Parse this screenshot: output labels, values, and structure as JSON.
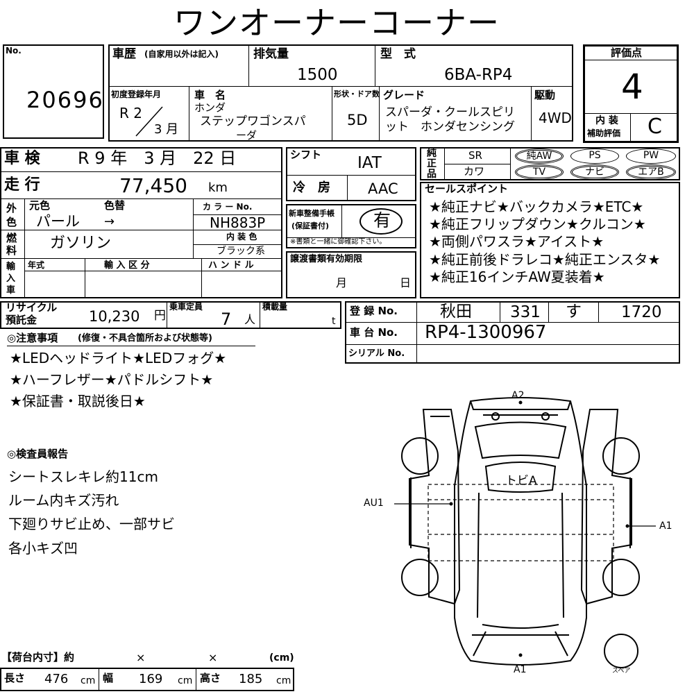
{
  "title": "ワンオーナーコーナー",
  "no": {
    "label": "No.",
    "value": "20696"
  },
  "history": {
    "label": "車歴",
    "note": "(自家用以外は記入)"
  },
  "displacement": {
    "label": "排気量",
    "value": "1500"
  },
  "model": {
    "label": "型　式",
    "value": "6BA-RP4"
  },
  "score": {
    "label": "評価点",
    "value": "4"
  },
  "interior": {
    "label1": "内 装",
    "label2": "補助評価",
    "value": "C"
  },
  "first_reg": {
    "label": "初度登録年月",
    "era": "R 2",
    "month": "3 月"
  },
  "car_name": {
    "label": "車　名",
    "maker": "ホンダ",
    "line1": "ステップワゴンスパ",
    "line2": "ーダ"
  },
  "doors": {
    "label": "形状・ドア数",
    "value": "5D"
  },
  "grade": {
    "label": "グレード",
    "line1": "スパーダ・クールスピリ",
    "line2": "ット　ホンダセンシング"
  },
  "drive": {
    "label": "駆動",
    "value": "4WD"
  },
  "inspection": {
    "label": "車 検",
    "value": "R 9 年　3 月　22 日"
  },
  "mileage": {
    "label": "走 行",
    "value": "77,450",
    "unit": "km"
  },
  "shift": {
    "label": "シフト",
    "value": "IAT"
  },
  "aircon": {
    "label": "冷　房",
    "value": "AAC"
  },
  "equipment": {
    "label": "純正品",
    "row1_label": "SR",
    "row2_label": "カワ",
    "row1": [
      "純AW",
      "PS",
      "PW"
    ],
    "row2": [
      "TV",
      "ナビ",
      "エアB"
    ]
  },
  "color": {
    "side_label": "外色",
    "orig_label": "元色",
    "change_label": "色替",
    "orig": "パール",
    "arrow": "→",
    "code_label": "カ ラ ー No.",
    "code": "NH883P"
  },
  "fuel": {
    "label": "燃料",
    "value": "ガソリン",
    "int_label": "内 装 色",
    "int_value": "ブラック系"
  },
  "warranty": {
    "label1": "新車整備手帳",
    "label2": "(保証書付)",
    "value": "有",
    "note": "※書類と一緒に御確認下さい。"
  },
  "sales": {
    "label": "セールスポイント",
    "lines": [
      "★純正ナビ★バックカメラ★ETC★",
      "★純正フリップダウン★クルコン★",
      "★両側パワスラ★アイスト★",
      "★純正前後ドラレコ★純正エンスタ★",
      "★純正16インチAW夏装着★"
    ]
  },
  "import": {
    "side_label": "輸入車",
    "year": "年式",
    "div": "輸 入 区 分",
    "handle": "ハ ン ド ル"
  },
  "transfer": {
    "label": "譲渡書類有効期限",
    "month": "月",
    "day": "日"
  },
  "recycle": {
    "label1": "リサイクル",
    "label2": "預託金",
    "value": "10,230",
    "unit": "円"
  },
  "capacity": {
    "label": "乗車定員",
    "value": "7",
    "unit": "人"
  },
  "load": {
    "label": "積載量",
    "unit": "t"
  },
  "registration": {
    "label": "登 録 No.",
    "area": "秋田",
    "num": "331",
    "kana": "す",
    "serial": "1720"
  },
  "chassis": {
    "label": "車 台 No.",
    "value": "RP4-1300967"
  },
  "serial_no": {
    "label": "シリアル No."
  },
  "notes": {
    "label": "◎注意事項",
    "sub": "(修復・不具合箇所および状態等)",
    "lines": [
      "★LEDヘッドライト★LEDフォグ★",
      "★ハーフレザー★パドルシフト★",
      "★保証書・取説後日★"
    ]
  },
  "inspector": {
    "label": "◎検査員報告",
    "lines": [
      "シートスレキレ約11cm",
      "ルーム内キズ汚れ",
      "下廻りサビ止め、一部サビ",
      "各小キズ凹"
    ]
  },
  "diagram": {
    "a2": "A2",
    "a1_right": "A1",
    "a1_bottom": "A1",
    "au1": "AU1",
    "roof": "トビA",
    "spare": "スペア"
  },
  "cargo": {
    "label": "【荷台内寸】約",
    "x1": "×",
    "x2": "×",
    "unit": "(cm)",
    "length_label": "長さ",
    "length": "476",
    "width_label": "幅",
    "width": "169",
    "height_label": "高さ",
    "height": "185",
    "cm": "cm"
  }
}
